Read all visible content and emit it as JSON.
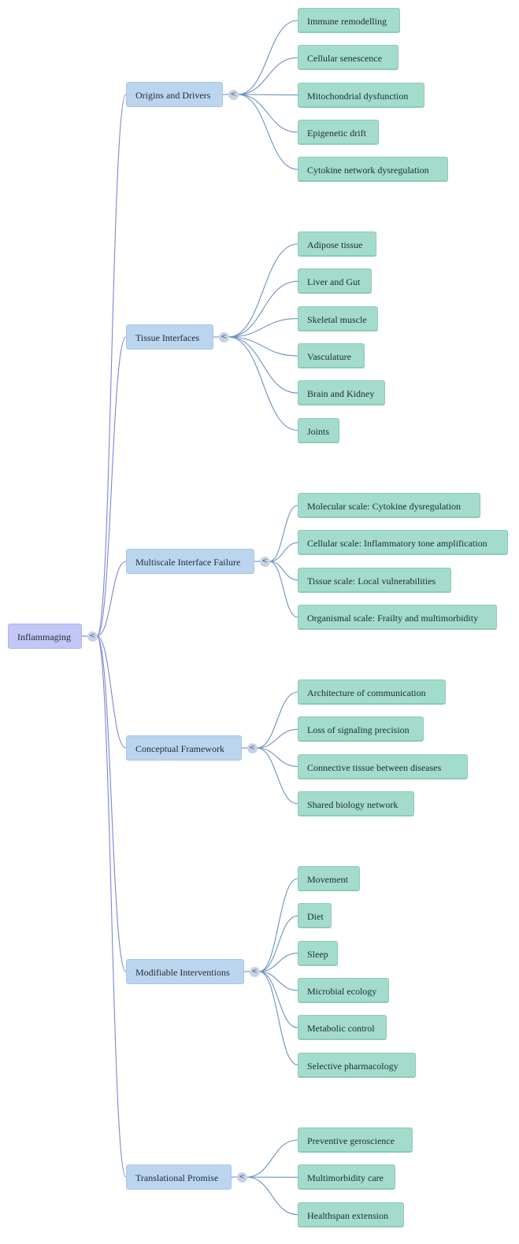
{
  "root": {
    "label": "Inflammaging",
    "toggle": "<"
  },
  "branches": [
    {
      "label": "Origins and Drivers",
      "toggle": "<",
      "children": [
        "Immune remodelling",
        "Cellular senescence",
        "Mitochondrial dysfunction",
        "Epigenetic drift",
        "Cytokine network dysregulation"
      ]
    },
    {
      "label": "Tissue Interfaces",
      "toggle": "<",
      "children": [
        "Adipose tissue",
        "Liver and Gut",
        "Skeletal muscle",
        "Vasculature",
        "Brain and Kidney",
        "Joints"
      ]
    },
    {
      "label": "Multiscale Interface Failure",
      "toggle": "<",
      "children": [
        "Molecular scale: Cytokine dysregulation",
        "Cellular scale: Inflammatory tone amplification",
        "Tissue scale: Local vulnerabilities",
        "Organismal scale: Frailty and multimorbidity"
      ]
    },
    {
      "label": "Conceptual Framework",
      "toggle": "<",
      "children": [
        "Architecture of communication",
        "Loss of signaling precision",
        "Connective tissue between diseases",
        "Shared biology network"
      ]
    },
    {
      "label": "Modifiable Interventions",
      "toggle": "<",
      "children": [
        "Movement",
        "Diet",
        "Sleep",
        "Microbial ecology",
        "Metabolic control",
        "Selective pharmacology"
      ]
    },
    {
      "label": "Translational Promise",
      "toggle": "<",
      "children": [
        "Preventive geroscience",
        "Multimorbidity care",
        "Healthspan extension"
      ]
    }
  ],
  "colors": {
    "root_fill": "#c3c6f6",
    "branch_fill": "#bcd5ef",
    "leaf_fill": "#a3dccd",
    "root_link": "#7b86d6",
    "branch_link": "#6a93c0"
  }
}
